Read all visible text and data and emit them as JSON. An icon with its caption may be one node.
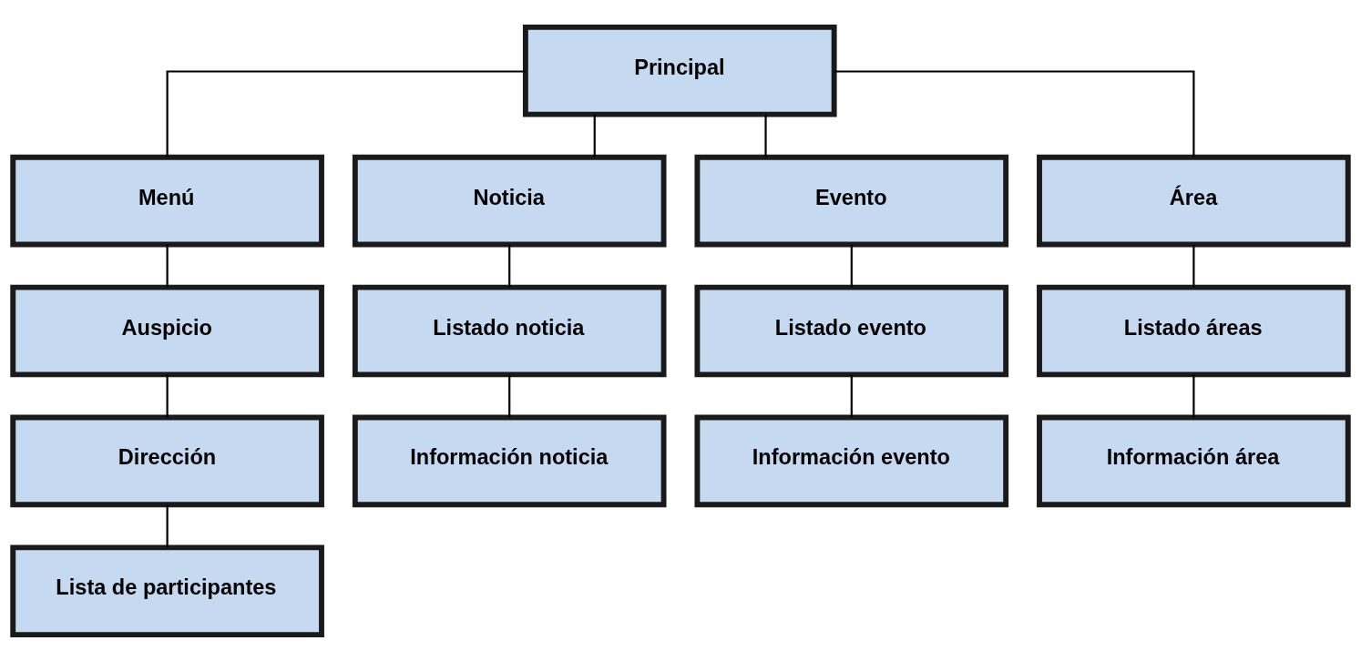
{
  "diagram": {
    "nodes": [
      {
        "text": [
          "Principal"
        ]
      },
      {
        "text": [
          "Menú"
        ]
      },
      {
        "text": [
          "Noticia"
        ]
      },
      {
        "text": [
          "Evento"
        ]
      },
      {
        "text": [
          "Área"
        ]
      },
      {
        "text": [
          "Auspicio"
        ]
      },
      {
        "text": [
          "Listado noticia"
        ]
      },
      {
        "text": [
          "Listado evento"
        ]
      },
      {
        "text": [
          "Listado áreas"
        ]
      },
      {
        "text": [
          "Dirección"
        ]
      },
      {
        "text": [
          "Información noticia"
        ]
      },
      {
        "text": [
          "Información evento"
        ]
      },
      {
        "text": [
          "Información área"
        ]
      },
      {
        "text": [
          "Lista de participantes"
        ]
      }
    ],
    "edges": [
      {
        "from": 0,
        "to": 1,
        "arrow": "none"
      },
      {
        "from": 0,
        "to": 2,
        "arrow": "none"
      },
      {
        "from": 0,
        "to": 3,
        "arrow": "none"
      },
      {
        "from": 0,
        "to": 4,
        "arrow": "none"
      },
      {
        "from": 1,
        "to": 5,
        "arrow": "none"
      },
      {
        "from": 5,
        "to": 9,
        "arrow": "none"
      },
      {
        "from": 9,
        "to": 13,
        "arrow": "none"
      },
      {
        "from": 2,
        "to": 6,
        "arrow": "none"
      },
      {
        "from": 6,
        "to": 10,
        "arrow": "none"
      },
      {
        "from": 3,
        "to": 7,
        "arrow": "none"
      },
      {
        "from": 7,
        "to": 11,
        "arrow": "none"
      },
      {
        "from": 4,
        "to": 8,
        "arrow": "none"
      },
      {
        "from": 8,
        "to": 12,
        "arrow": "none"
      }
    ]
  }
}
